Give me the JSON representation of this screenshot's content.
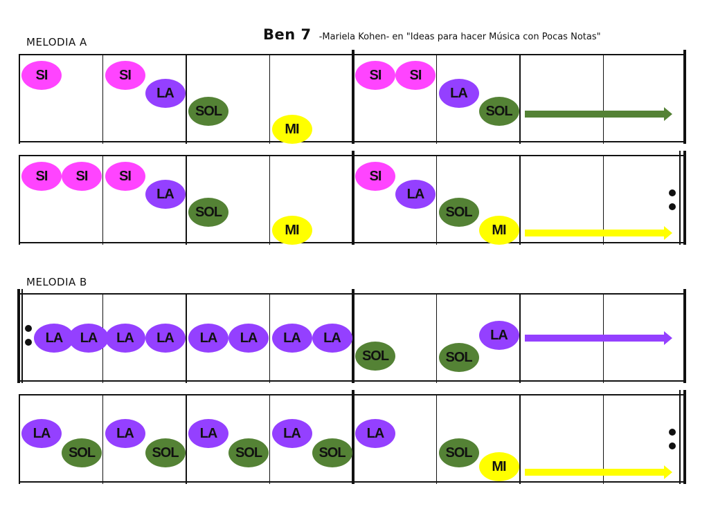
{
  "title": {
    "main": "Ben 7",
    "sub": "-Mariela Kohen- en \"Ideas para hacer Música con Pocas Notas\""
  },
  "colors": {
    "SI": "#ff44ff",
    "LA": "#9440ff",
    "SOL": "#548235",
    "MI": "#ffff00"
  },
  "sections": [
    {
      "label": "MELODIA A",
      "systems": [
        {
          "measures": [
            [
              "SI"
            ],
            [
              "SI",
              "LA"
            ],
            [
              "SOL"
            ],
            [
              "MI"
            ],
            [
              "SI",
              "SI"
            ],
            [
              "LA",
              "SOL"
            ],
            [],
            []
          ],
          "sustain": {
            "note": "SOL",
            "from_measure": 7,
            "to_measure": 8
          },
          "repeat_start": false,
          "repeat_end": false
        },
        {
          "measures": [
            [
              "SI",
              "SI"
            ],
            [
              "SI",
              "LA"
            ],
            [
              "SOL"
            ],
            [
              "MI"
            ],
            [
              "SI",
              "LA"
            ],
            [
              "SOL",
              "MI"
            ],
            [],
            []
          ],
          "sustain": {
            "note": "MI",
            "from_measure": 7,
            "to_measure": 8
          },
          "repeat_start": false,
          "repeat_end": true
        }
      ]
    },
    {
      "label": "MELODIA B",
      "systems": [
        {
          "measures": [
            [
              "LA",
              "LA"
            ],
            [
              "LA",
              "LA"
            ],
            [
              "LA",
              "LA"
            ],
            [
              "LA",
              "LA"
            ],
            [
              "SOL"
            ],
            [
              "SOL",
              "LA"
            ],
            [],
            []
          ],
          "sustain": {
            "note": "LA",
            "from_measure": 7,
            "to_measure": 8
          },
          "repeat_start": true,
          "repeat_end": false
        },
        {
          "measures": [
            [
              "LA",
              "SOL"
            ],
            [
              "LA",
              "SOL"
            ],
            [
              "LA",
              "SOL"
            ],
            [
              "LA",
              "SOL"
            ],
            [
              "LA"
            ],
            [
              "SOL",
              "MI"
            ],
            [],
            []
          ],
          "sustain": {
            "note": "MI",
            "from_measure": 7,
            "to_measure": 8
          },
          "repeat_start": false,
          "repeat_end": true
        }
      ]
    }
  ]
}
